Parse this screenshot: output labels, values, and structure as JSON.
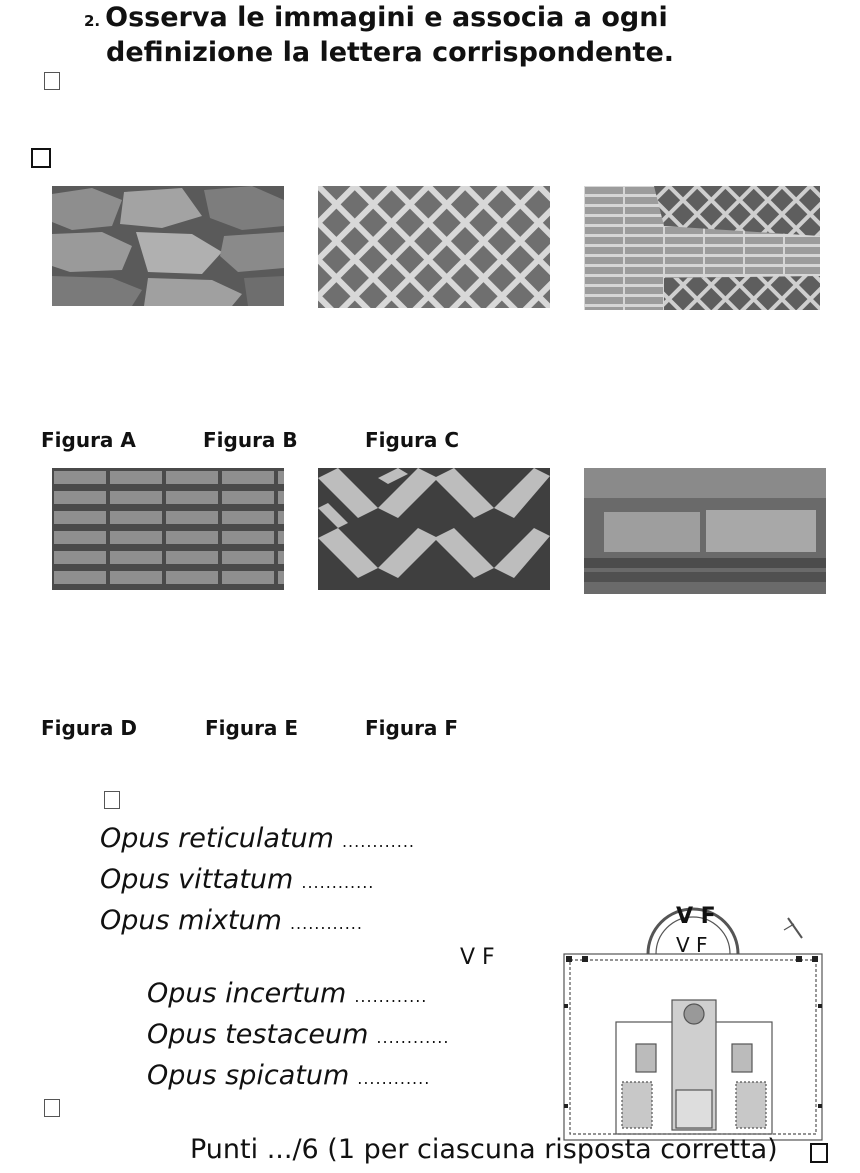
{
  "exercise": {
    "number": "2.",
    "instruction_line1": "Osserva le immagini e associa a ogni",
    "instruction_line2": "definizione la lettera corrispondente."
  },
  "captions_row1": [
    "Figura A",
    "Figura B",
    "Figura C"
  ],
  "captions_row2": [
    "Figura D",
    "Figura E",
    "Figura F"
  ],
  "options_group1": [
    {
      "label": "Opus reticulatum",
      "dots": "............"
    },
    {
      "label": "Opus vittatum",
      "dots": "............"
    },
    {
      "label": "Opus mixtum",
      "dots": "............"
    }
  ],
  "options_group2": [
    {
      "label": "Opus incertum",
      "dots": "............"
    },
    {
      "label": "Opus testaceum",
      "dots": "............"
    },
    {
      "label": "Opus spicatum",
      "dots": "............"
    }
  ],
  "stray_marks": {
    "vf_center": "V F",
    "vf_top_a": "V F",
    "vf_top_b": "V F"
  },
  "score_text": "Punti .../6 (1 per ciascuna risposta corretta)"
}
